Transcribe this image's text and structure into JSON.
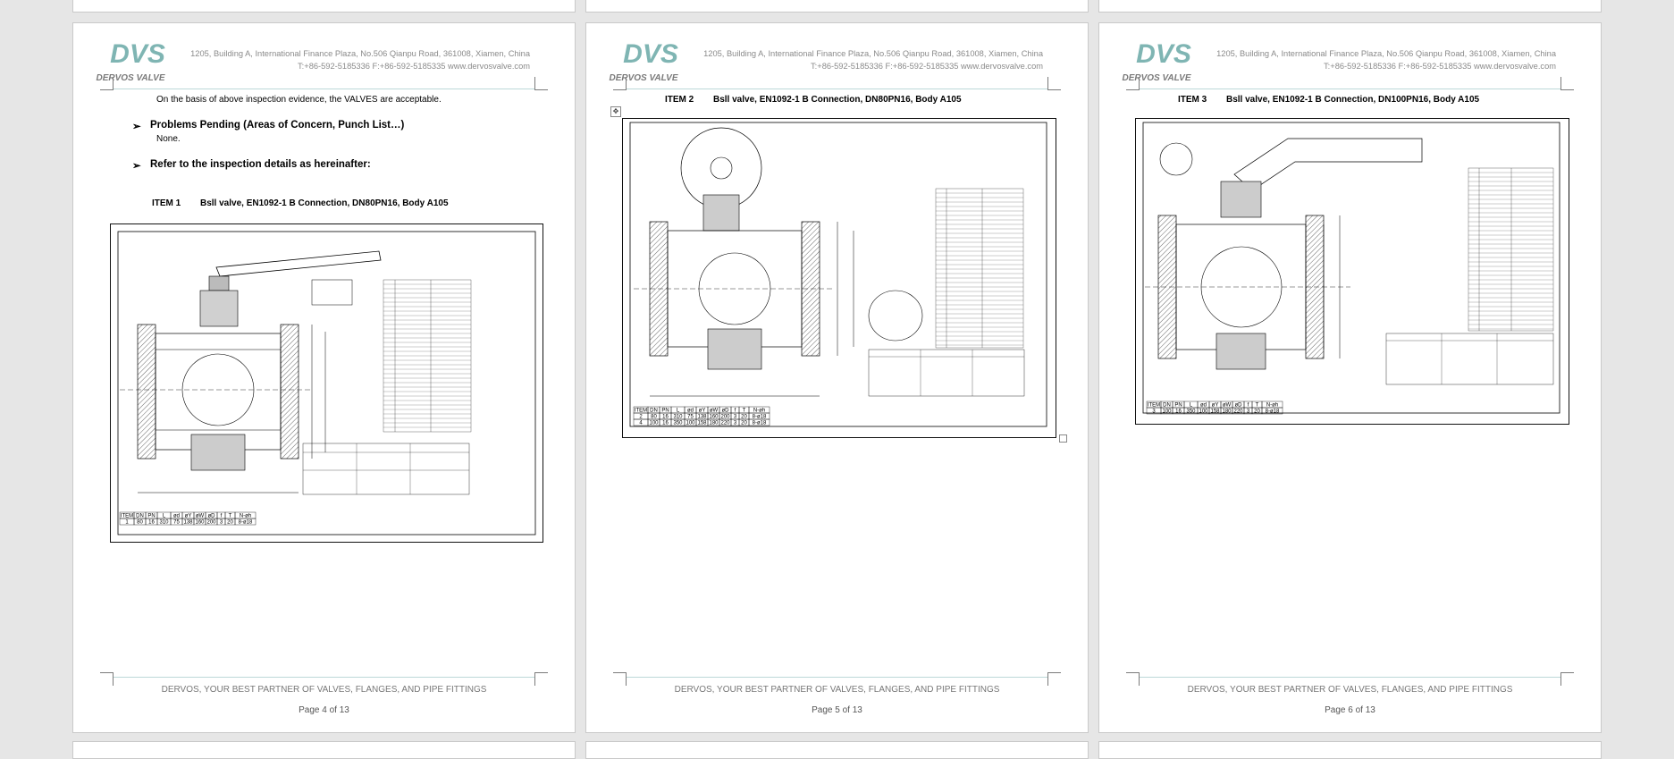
{
  "company": {
    "logo_mark": "DVS",
    "logo_name": "DERVOS VALVE",
    "address": "1205, Building A, International Finance Plaza, No.506 Qianpu Road, 361008, Xiamen, China",
    "contact": "T:+86-592-5185336   F:+86-592-5185335   www.dervosvalve.com",
    "footer_slogan": "DERVOS, YOUR BEST PARTNER OF VALVES, FLANGES, AND PIPE FITTINGS"
  },
  "pages": [
    {
      "page_label": "Page 4 of 13",
      "intro": "On the basis of above inspection evidence, the VALVES are acceptable.",
      "bullet_mark": "➢",
      "problems_heading": "Problems Pending (Areas of Concern, Punch List…)",
      "problems_text": "None.",
      "details_heading": "Refer to the inspection details as hereinafter:",
      "item_label": "ITEM 1",
      "item_title": "Bsll valve, EN1092-1 B Connection, DN80PN16, Body A105"
    },
    {
      "page_label": "Page 5 of 13",
      "item_label": "ITEM 2",
      "item_title": "Bsll valve, EN1092-1 B Connection, DN80PN16, Body A105",
      "move_handle": "✥"
    },
    {
      "page_label": "Page 6 of 13",
      "item_label": "ITEM 3",
      "item_title": "Bsll valve, EN1092-1 B Connection, DN100PN16, Body A105"
    }
  ],
  "drawing_tables": [
    {
      "headers": [
        "ITEM",
        "DN",
        "PN",
        "L",
        "ød",
        "øY",
        "øW",
        "øD",
        "f",
        "T",
        "N-øh"
      ],
      "rows": [
        [
          "1",
          "80",
          "16",
          "310",
          "75",
          "138",
          "160",
          "200",
          "3",
          "20",
          "8-ø18"
        ]
      ]
    },
    {
      "headers": [
        "ITEM",
        "DN",
        "PN",
        "L",
        "ød",
        "øY",
        "øW",
        "øD",
        "f",
        "T",
        "N-øh"
      ],
      "rows": [
        [
          "2",
          "80",
          "16",
          "310",
          "75",
          "138",
          "160",
          "200",
          "3",
          "20",
          "8-ø18"
        ],
        [
          "4",
          "100",
          "16",
          "350",
          "100",
          "158",
          "180",
          "220",
          "3",
          "20",
          "8-ø18"
        ]
      ]
    },
    {
      "headers": [
        "ITEM",
        "DN",
        "PN",
        "L",
        "ød",
        "øY",
        "øW",
        "øD",
        "f",
        "T",
        "N-øh"
      ],
      "rows": [
        [
          "3",
          "100",
          "16",
          "350",
          "100",
          "158",
          "180",
          "220",
          "3",
          "20",
          "8-ø18"
        ]
      ]
    }
  ],
  "colors": {
    "logo_teal": "#7fb5b3",
    "logo_gray": "#7a7a7a",
    "rule": "#bcd8d8"
  }
}
